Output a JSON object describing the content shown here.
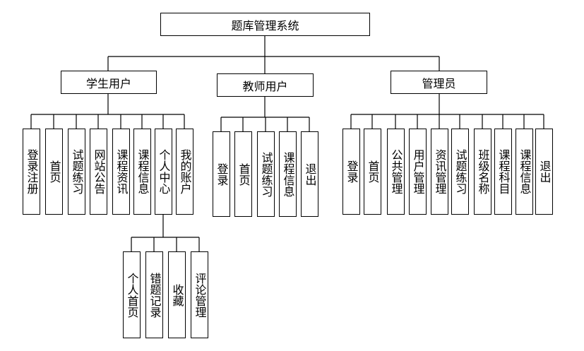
{
  "root": {
    "label": "题库管理系统"
  },
  "student": {
    "label": "学生用户",
    "items": [
      "登录注册",
      "首页",
      "试题练习",
      "网站公告",
      "课程资讯",
      "课程信息",
      "个人中心",
      "我的账户"
    ],
    "personal_center": {
      "items": [
        "个人首页",
        "错题记录",
        "收藏",
        "评论管理"
      ]
    }
  },
  "teacher": {
    "label": "教师用户",
    "items": [
      "登录",
      "首页",
      "试题练习",
      "课程信息",
      "退出"
    ]
  },
  "admin": {
    "label": "管理员",
    "items": [
      "登录",
      "首页",
      "公共管理",
      "用户管理",
      "资讯管理",
      "试题练习",
      "班级名称",
      "课程科目",
      "课程信息",
      "退出"
    ]
  }
}
